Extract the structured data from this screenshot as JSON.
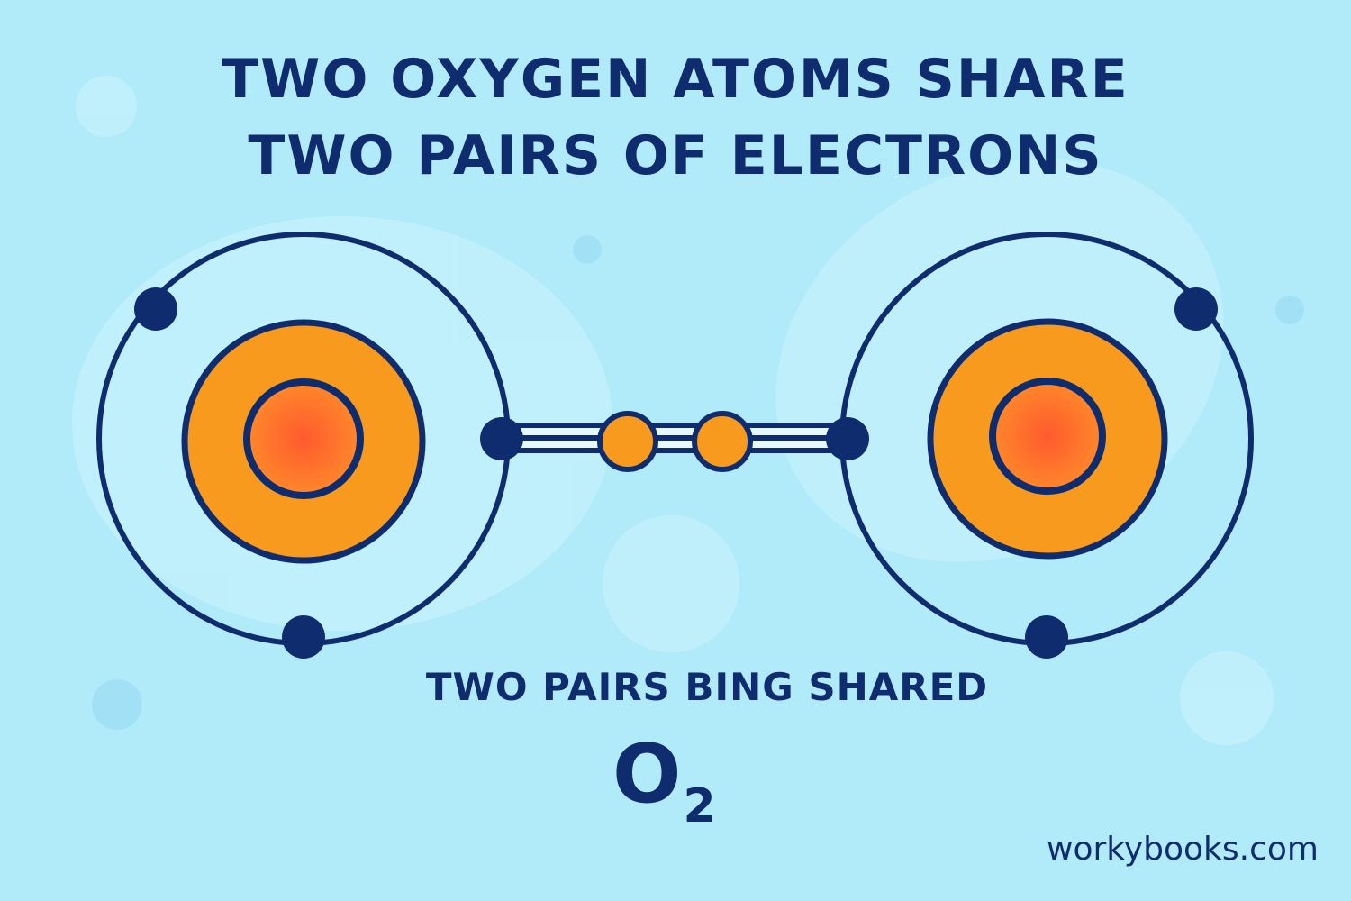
{
  "title": {
    "line1": "TWO OXYGEN ATOMS SHARE",
    "line2": "TWO PAIRS OF ELECTRONS"
  },
  "caption": "TWO PAIRS BING SHARED",
  "formula": {
    "symbol": "O",
    "subscript": "2"
  },
  "watermark": "workybooks.com",
  "colors": {
    "background": "#b1ebfa",
    "navy": "#0f2d6e",
    "orange_shell": "#f89a1e",
    "nucleus_inner": "#ff6a3a",
    "nucleus_outer": "#ff8c2a",
    "bond_fill": "#e6f9ff"
  },
  "atoms": [
    {
      "element": "O",
      "lone_electrons": 2
    },
    {
      "element": "O",
      "lone_electrons": 2
    }
  ],
  "shared_electrons": 2
}
